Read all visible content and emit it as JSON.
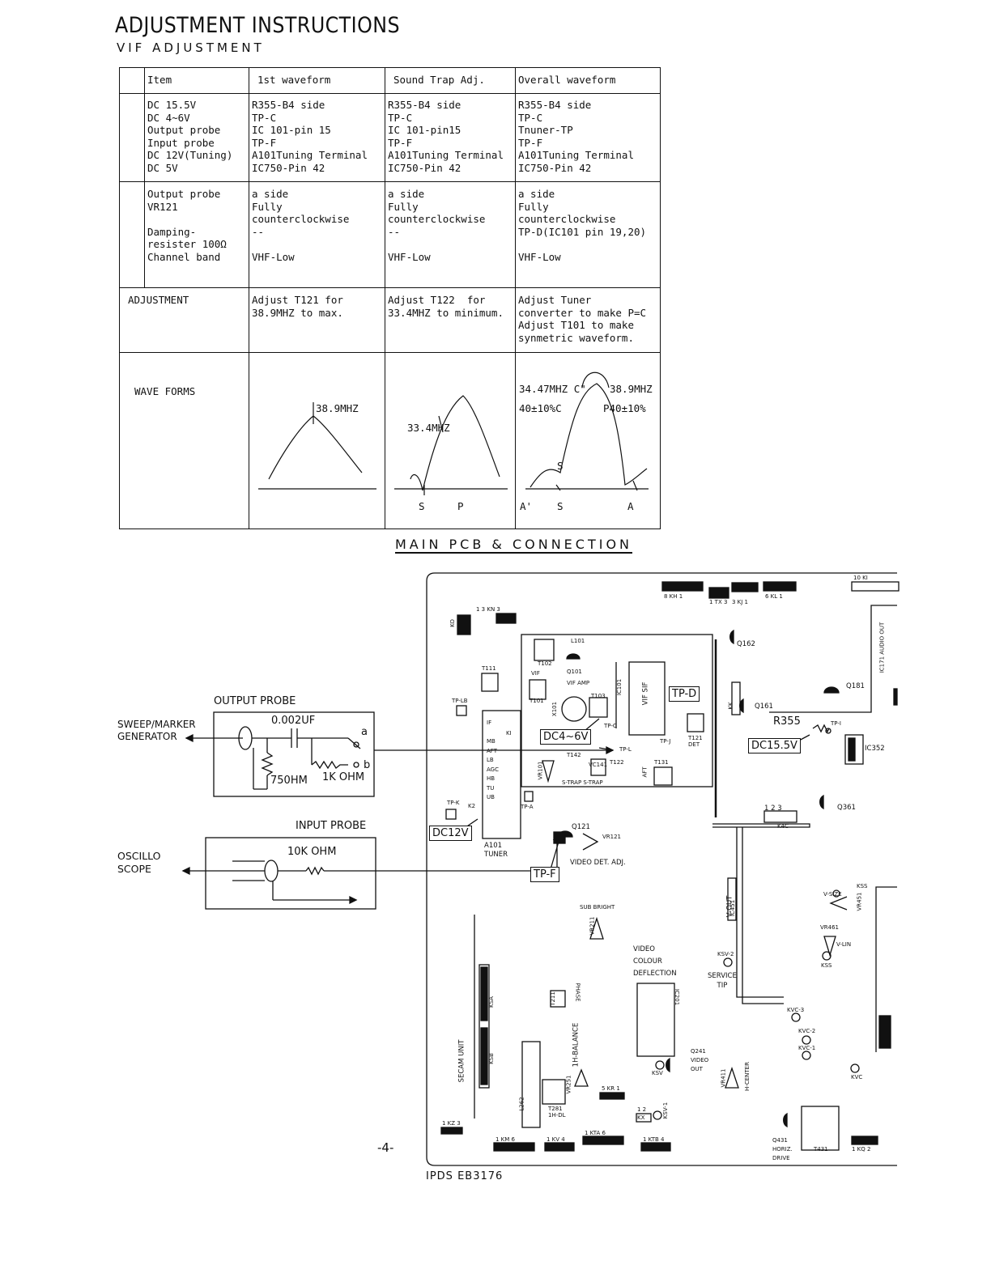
{
  "header": {
    "title": "ADJUSTMENT INSTRUCTIONS",
    "subtitle": "VIF ADJUSTMENT"
  },
  "table": {
    "headers": [
      "",
      "Item",
      "1st waveform",
      "Sound Trap Adj.",
      "Overall waveform"
    ],
    "setup_rows": [
      {
        "item": "DC 15.5V\nDC 4~6V\nOutput probe\nInput probe\nDC 12V(Tuning)\nDC 5V",
        "first": "R355-B4 side\nTP-C\nIC 101-pin 15\nTP-F\nA101Tuning Terminal\nIC750-Pin 42",
        "sound": "R355-B4 side\nTP-C\nIC 101-pin15\nTP-F\nA101Tuning Terminal\nIC750-Pin 42",
        "overall": "R355-B4 side\nTP-C\nTnuner-TP\nTP-F\nA101Tuning Terminal\nIC750-Pin 42"
      },
      {
        "item": "Output probe\nVR121\n\nDamping-\nresister 100Ω\nChannel band",
        "first": "a side\nFully\ncounterclockwise\n--\n\nVHF-Low",
        "sound": "a side\nFully\ncounterclockwise\n--\n\nVHF-Low",
        "overall": "a side\nFully\ncounterclockwise\nTP-D(IC101 pin 19,20)\n\nVHF-Low"
      }
    ],
    "adjustment": {
      "label": "ADJUSTMENT",
      "first": "Adjust T121 for\n38.9MHZ to max.",
      "sound": "Adjust T122  for\n33.4MHZ to minimum.",
      "overall": "Adjust Tuner\nconverter to make P=C\nAdjust T101 to make\nsynmetric waveform."
    },
    "waveforms": {
      "label": "WAVE FORMS",
      "first_peak": "38.9MHZ",
      "sound_trap": "33.4MHZ",
      "sound_marks": [
        "S",
        "P"
      ],
      "overall_c": "34.47MHZ C\"",
      "overall_p": "38.9MHZ",
      "overall_c_level": "40±10%C",
      "overall_p_level": "P40±10%",
      "overall_s": "S",
      "overall_marks": [
        "A'",
        "S",
        "A"
      ]
    }
  },
  "pcb": {
    "title": "MAIN PCB & CONNECTION",
    "output_probe": {
      "title": "OUTPUT PROBE",
      "cap": "0.002UF",
      "r1": "750HM",
      "r2": "1K OHM",
      "tap_a": "a",
      "tap_b": "b"
    },
    "input_probe": {
      "title": "INPUT PROBE",
      "r": "10K OHM"
    },
    "sweep": "SWEEP/MARKER\nGENERATOR",
    "scope": "OSCILLO\nSCOPE",
    "callouts": {
      "tpd": "TP-D",
      "dc46": "DC4~6V",
      "dc155": "DC15.5V",
      "dc12": "DC12V",
      "tpf": "TP-F"
    },
    "labels": {
      "kh": "8   KH   1",
      "tx": "1 TX 3",
      "kj": "3 KJ 1",
      "kl": "6  KL  1",
      "ki": "10   KI",
      "kn": "1  3  KN 3",
      "ko": "KO",
      "l101": "L101",
      "t102": "T102",
      "q101": "Q101",
      "vifamp": "VIF AMP",
      "vif": "VIF",
      "t111": "T111",
      "t101": "T101",
      "x101": "X101",
      "t103": "T103",
      "ic101": "IC101",
      "vifsif": "VIF SIF",
      "tpc": "TP-C",
      "tpl": "TP-L",
      "tpj": "TP-J",
      "t121": "T121\nDET",
      "q162": "Q162",
      "q161": "Q161",
      "q181": "Q181",
      "kk": "KK",
      "r355": "R355",
      "tpi": "TP-I",
      "ic352": "IC352",
      "ic171": "IC171 AUDIO OUT",
      "tplb": "TP-LB",
      "tuner_pins": "IF\n\nMB\nAFT\nLB\nAGC\nHB\nTU\nUB",
      "ki2": "KI",
      "t142": "T142",
      "vc141": "VC141",
      "t122": "T122",
      "t131": "T131",
      "strap": "S-TRAP S-TRAP",
      "aft": "AFT",
      "vr101": "VR101",
      "tpk": "TP-K",
      "k2": "K2",
      "tpa": "TP-A",
      "a101": "A101\nTUNER",
      "q121": "Q121",
      "vr121": "VR121",
      "videodet": "VIDEO DET. ADJ.",
      "tpf_small": "TP-F",
      "k4c": "K4C",
      "k4c_pins": "1       2 3",
      "q361": "Q361",
      "subbright": "SUB BRIGHT",
      "vr211": "VR211",
      "vout": "V-OUT",
      "ic451": "IC451",
      "vsize": "V-SIZE",
      "vr451": "VR451",
      "kss": "KSS",
      "vr461": "VR461",
      "vlin": "V-LIN",
      "videocolour": "VIDEO\nCOLOUR\nDEFLECTION",
      "ksv2": "KSV-2",
      "service": "SERVICE\nTIP",
      "ic201": "IC201",
      "kvc3": "KVC-3",
      "kvc2": "KVC-2",
      "kvc1": "KVC-1",
      "kvc": "KVC",
      "t211": "T211",
      "phase": "PHASE",
      "ksa": "KSA",
      "ksb": "KSB",
      "secam": "SECAM UNIT",
      "hbal": "1H-BALANCE",
      "vr251": "VR251",
      "q241": "Q241\nVIDEO\nOUT",
      "ksv": "KSV",
      "vr411": "VR411",
      "hcenter": "H-CENTER",
      "l262": "L262",
      "t281": "T281\n1H-DL",
      "kr": "5  KR  1",
      "kx": "1 2\nKX",
      "ksv1": "KSV-1",
      "kz": "1 KZ 3",
      "km": "1    KM    6",
      "kv": "1  KV  4",
      "kta": "1   KTA   6",
      "ktb": "1 KTB 4",
      "q431": "Q431\nHORIZ.\nDRIVE",
      "t431": "T431",
      "kq": "1 KQ 2"
    }
  },
  "footer": {
    "page": "-4-",
    "code": "IPDS EB3176"
  }
}
